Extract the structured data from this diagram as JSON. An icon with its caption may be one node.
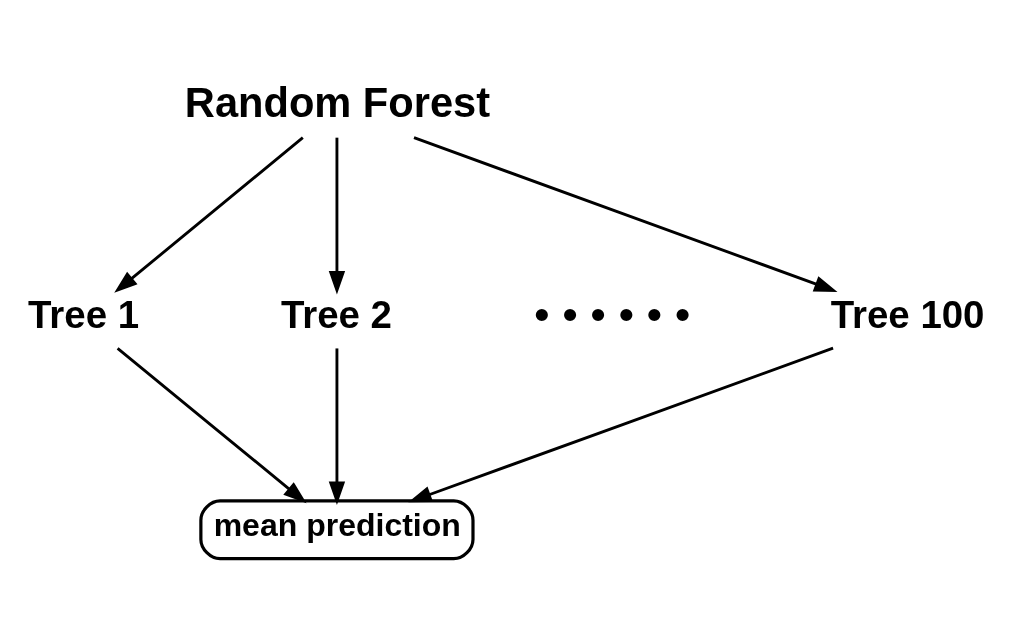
{
  "diagram": {
    "nodes": [
      {
        "text": [
          "Random Forest"
        ]
      },
      {
        "text": [
          "Tree 1"
        ]
      },
      {
        "text": [
          "Tree 2"
        ]
      },
      {
        "text": [
          "Tree 100"
        ]
      },
      {
        "text": [
          "mean prediction"
        ]
      }
    ],
    "edges": [
      {
        "from": 0,
        "to": 1,
        "arrow": "to"
      },
      {
        "from": 0,
        "to": 2,
        "arrow": "to"
      },
      {
        "from": 0,
        "to": 3,
        "arrow": "to"
      },
      {
        "from": 1,
        "to": 4,
        "arrow": "to"
      },
      {
        "from": 2,
        "to": 4,
        "arrow": "to"
      },
      {
        "from": 3,
        "to": 4,
        "arrow": "to"
      }
    ],
    "labels": [
      "• • • • • •"
    ]
  }
}
